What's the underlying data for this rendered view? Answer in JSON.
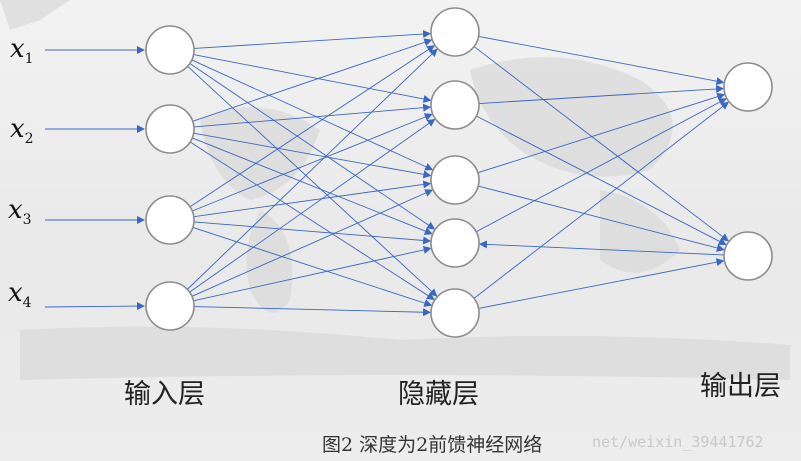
{
  "inputs": [
    {
      "var": "x",
      "sub": "1"
    },
    {
      "var": "x",
      "sub": "2"
    },
    {
      "var": "x",
      "sub": "3"
    },
    {
      "var": "x",
      "sub": "4"
    }
  ],
  "labels": {
    "input_layer": "输入层",
    "hidden_layer": "隐藏层",
    "output_layer": "输出层"
  },
  "caption": "图2 深度为2前馈神经网络",
  "watermark": "net/weixin_39441762",
  "edge_color": "#3a67c2"
}
